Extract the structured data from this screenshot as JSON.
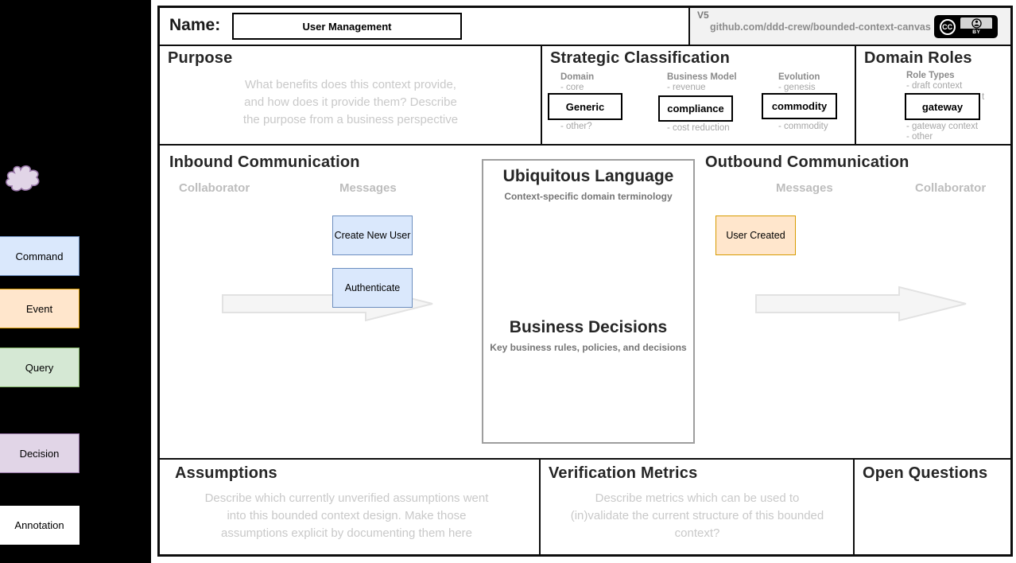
{
  "palette": {
    "cloud_fill": "#e1d5e7",
    "cloud_stroke": "#9673a6",
    "items": [
      {
        "label": "Command",
        "fill": "#dae8fc",
        "stroke": "#6c8ebf"
      },
      {
        "label": "Event",
        "fill": "#ffe6cc",
        "stroke": "#d79b00"
      },
      {
        "label": "Query",
        "fill": "#d5e8d4",
        "stroke": "#82b366"
      },
      {
        "label": "Decision",
        "fill": "#e1d5e7",
        "stroke": "#9673a6"
      },
      {
        "label": "Annotation",
        "fill": "#ffffff",
        "stroke": "#ffffff"
      }
    ]
  },
  "canvas": {
    "name_label": "Name:",
    "name_value": "User Management",
    "version": "V5",
    "repo": "github.com/ddd-crew/bounded-context-canvas",
    "license": {
      "cc": "CC",
      "by": "BY"
    },
    "purpose": {
      "title": "Purpose",
      "lines": [
        "What benefits does this context provide,",
        "and how does it provide them? Describe",
        "the purpose from a business perspective"
      ]
    },
    "strategic": {
      "title": "Strategic Classification",
      "columns": [
        {
          "header": "Domain",
          "top_item": "- core",
          "bottom_item": "- other?",
          "selected": "Generic"
        },
        {
          "header": "Business Model",
          "top_item": "- revenue",
          "bottom_item": "- cost reduction",
          "selected": "compliance"
        },
        {
          "header": "Evolution",
          "top_item": "- genesis",
          "bottom_item": "- commodity",
          "selected": "commodity"
        }
      ]
    },
    "domain_roles": {
      "title": "Domain Roles",
      "subheader": "Role Types",
      "top_item": "- draft context",
      "hidden_fragment": "t",
      "selected": "gateway",
      "bottom_items": [
        "- gateway context",
        "- other"
      ]
    },
    "inbound": {
      "title": "Inbound Communication",
      "left_col": "Collaborator",
      "right_col": "Messages",
      "messages": [
        "Create New User",
        "Authenticate"
      ]
    },
    "center": {
      "ul_title": "Ubiquitous Language",
      "ul_subtitle": "Context-specific domain terminology",
      "bd_title": "Business Decisions",
      "bd_subtitle": "Key business rules, policies, and decisions"
    },
    "outbound": {
      "title": "Outbound Communication",
      "left_col": "Messages",
      "right_col": "Collaborator",
      "messages": [
        "User Created"
      ]
    },
    "assumptions": {
      "title": "Assumptions",
      "lines": [
        "Describe which currently unverified assumptions went",
        "into this bounded context design. Make those",
        "assumptions explicit by documenting them here"
      ]
    },
    "verification": {
      "title": "Verification Metrics",
      "lines": [
        "Describe metrics which can be used to",
        "(in)validate the current structure of this bounded",
        "context?"
      ]
    },
    "open_questions": {
      "title": "Open Questions"
    }
  },
  "colors": {
    "sidebar_bg": "#000000",
    "meta_bg": "#f2f2f2",
    "arrow_fill": "#f5f5f5",
    "arrow_stroke": "#e2e2e2",
    "placeholder_text": "#c9c9c9",
    "border": "#0d0d0d"
  }
}
